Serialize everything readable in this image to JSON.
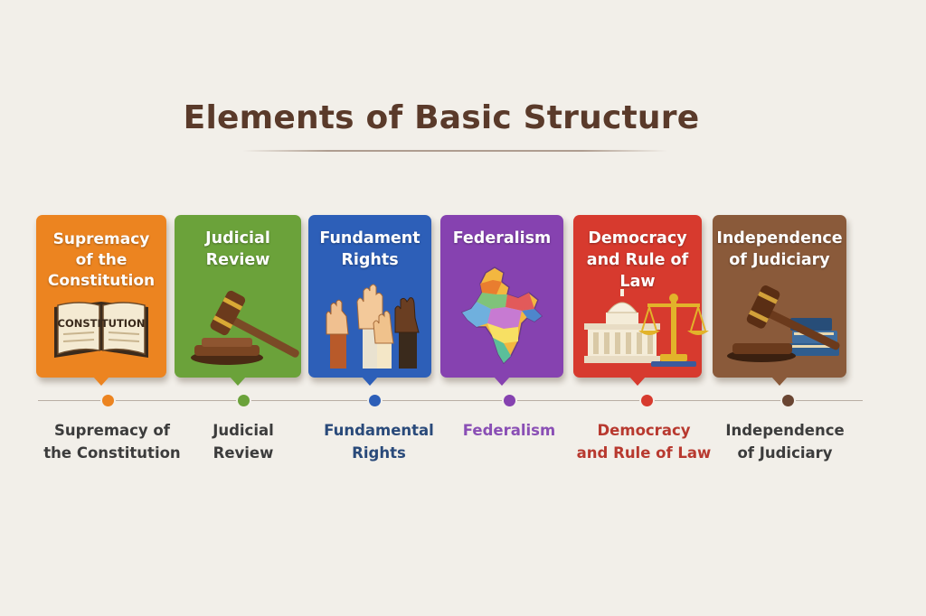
{
  "title": "Elements of Basic Structure",
  "colors": {
    "orange": "#ec8420",
    "green": "#6ba23a",
    "blue": "#2d5fb8",
    "purple": "#8642b0",
    "red": "#d73a2e",
    "brown": "#8a5a3a"
  },
  "cards": [
    {
      "label": "Supremacy\nof the\nConstitution",
      "icon": "constitution-book-icon",
      "icon_text": "CONSTITUTION",
      "color": "#ec8420"
    },
    {
      "label": "Judicial\nReview",
      "icon": "gavel-icon",
      "color": "#6ba23a"
    },
    {
      "label": "Fundament\nRights",
      "icon": "raised-hands-icon",
      "color": "#2d5fb8"
    },
    {
      "label": "Federalism",
      "icon": "india-map-icon",
      "color": "#8642b0"
    },
    {
      "label": "Democracy\nand Rule of Law",
      "icon": "parliament-scales-icon",
      "color": "#d73a2e"
    },
    {
      "label": "Independence\nof Judiciary",
      "icon": "gavel-books-icon",
      "color": "#8a5a3a"
    }
  ],
  "timeline": [
    {
      "label": "Supremacy of\nthe Constitution",
      "color": "#3c3c3c",
      "dot": "#ec8420"
    },
    {
      "label": "Judicial\nReview",
      "color": "#3c3c3c",
      "dot": "#6ba23a"
    },
    {
      "label": "Fundamental\nRights",
      "color": "#2a4a7a",
      "dot": "#2d5fb8"
    },
    {
      "label": "Federalism",
      "color": "#8a4fb5",
      "dot": "#8642b0"
    },
    {
      "label": "Democracy\nand Rule of Law",
      "color": "#b8392f",
      "dot": "#d73a2e"
    },
    {
      "label": "Independence\nof Judiciary",
      "color": "#3c3c3c",
      "dot": "#6a4532"
    }
  ]
}
